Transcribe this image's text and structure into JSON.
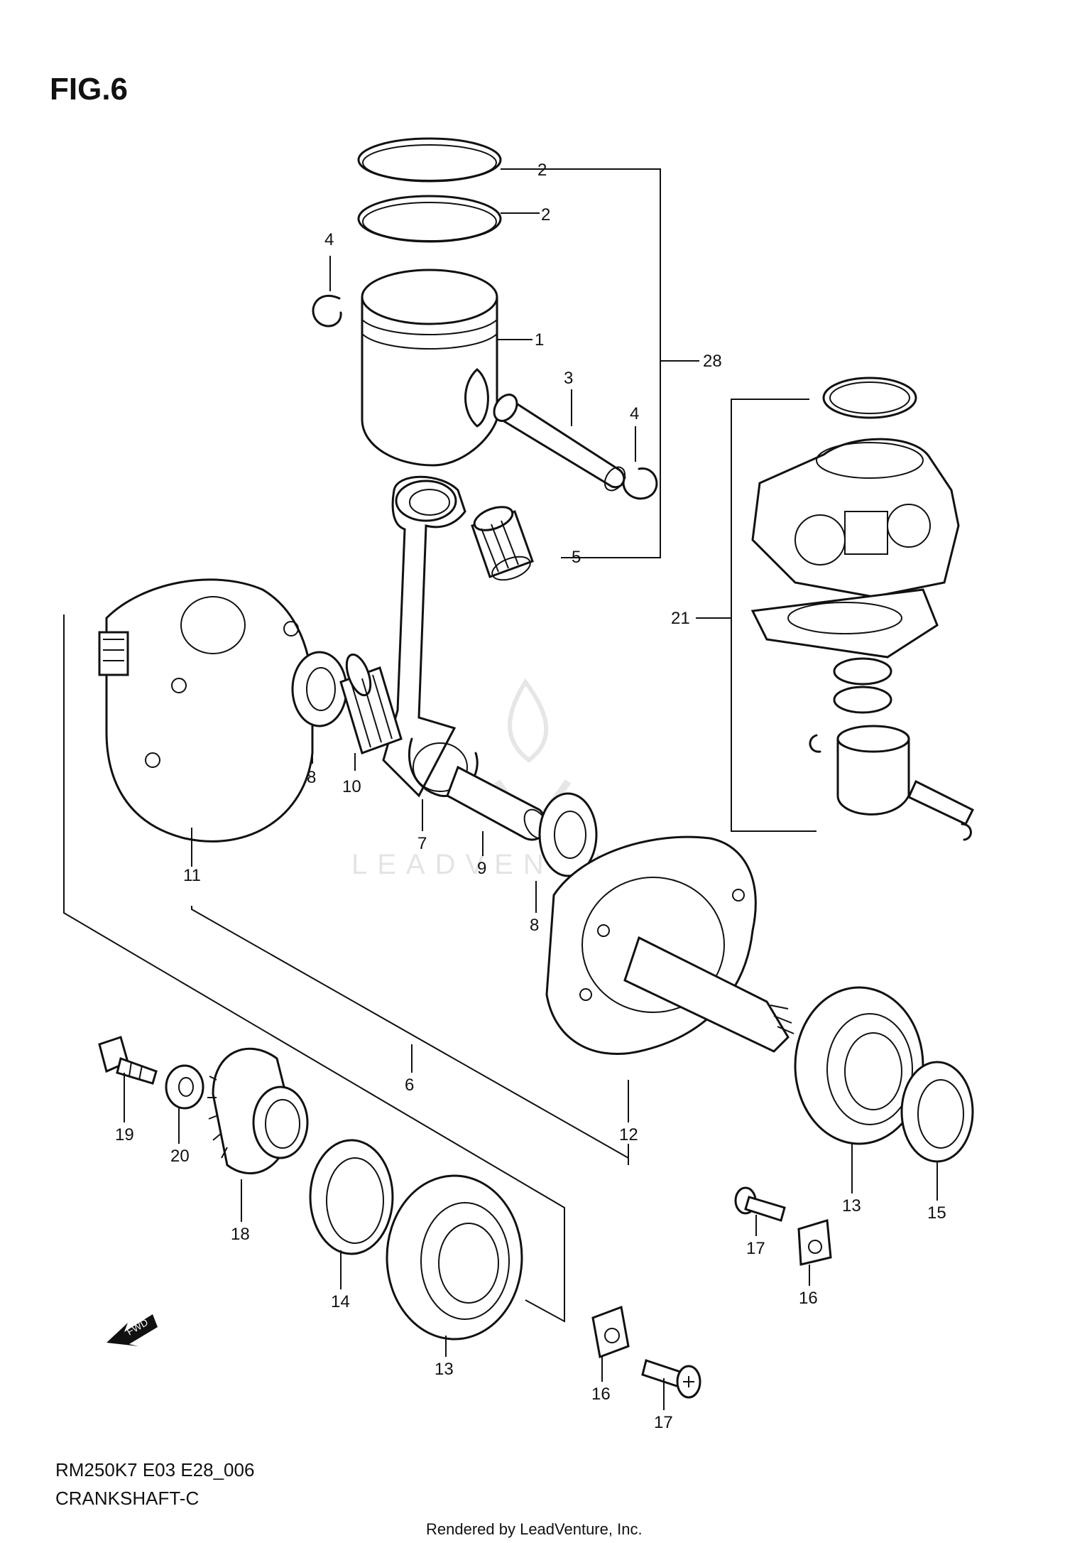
{
  "figure": {
    "title": "FIG.6",
    "code": "RM250K7 E03 E28_006",
    "name": "CRANKSHAFT-C",
    "rendered_by": "Rendered by LeadVenture, Inc.",
    "watermark": "LEADVENTURE"
  },
  "callouts": {
    "c1": "1",
    "c2a": "2",
    "c2b": "2",
    "c3": "3",
    "c4a": "4",
    "c4b": "4",
    "c5": "5",
    "c6": "6",
    "c7": "7",
    "c8a": "8",
    "c8b": "8",
    "c9": "9",
    "c10": "10",
    "c11": "11",
    "c12": "12",
    "c13a": "13",
    "c13b": "13",
    "c14": "14",
    "c15": "15",
    "c16a": "16",
    "c16b": "16",
    "c17a": "17",
    "c17b": "17",
    "c18": "18",
    "c19": "19",
    "c20": "20",
    "c21": "21",
    "c28": "28"
  },
  "fwd_label": "FWD"
}
